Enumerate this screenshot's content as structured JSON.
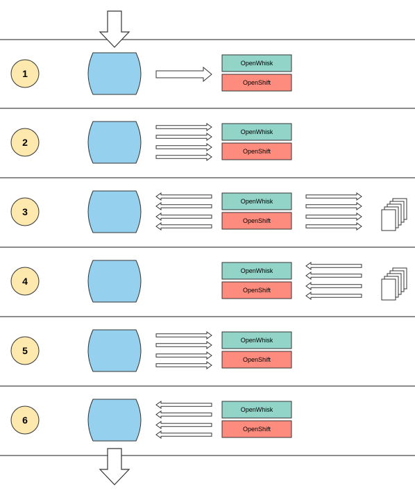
{
  "colors": {
    "separator": "#666666",
    "badge_fill": "#fde8ae",
    "badge_stroke": "#333333",
    "cloud_fill": "#95d0ee",
    "cloud_stroke": "#333333",
    "openwhisk_fill": "#93d4c9",
    "openshift_fill": "#fd8c7e",
    "box_stroke": "#333333",
    "arrow_fill": "#ffffff",
    "arrow_stroke": "#333333"
  },
  "platforms": {
    "openwhisk": "OpenWhisk",
    "openshift": "OpenShift"
  },
  "rows": [
    {
      "number": "1",
      "left_arrows": "single-right",
      "right_arrows": "none",
      "documents": false
    },
    {
      "number": "2",
      "left_arrows": "four-right",
      "right_arrows": "none",
      "documents": false
    },
    {
      "number": "3",
      "left_arrows": "four-left",
      "right_arrows": "four-right",
      "documents": true
    },
    {
      "number": "4",
      "left_arrows": "none",
      "right_arrows": "four-left",
      "documents": true
    },
    {
      "number": "5",
      "left_arrows": "four-right",
      "right_arrows": "none",
      "documents": false
    },
    {
      "number": "6",
      "left_arrows": "four-left",
      "right_arrows": "none",
      "documents": false
    }
  ],
  "entry_arrow": "down-arrow",
  "exit_arrow": "down-arrow"
}
